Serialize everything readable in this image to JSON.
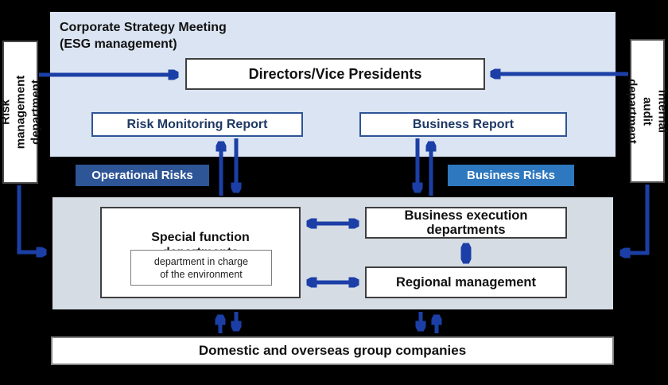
{
  "page": {
    "background": "#000000"
  },
  "colors": {
    "arrow_blue": "#1b3fa6",
    "top_panel_fill": "#dbe4f2",
    "lower_panel_fill": "#d6dce4",
    "report_navy": "#1f3864",
    "report_border": "#2e5596",
    "operational_badge_fill": "#2e5596",
    "business_badge_fill": "#2e78bf",
    "box_border_gray": "#3f3f3f"
  },
  "top_panel": {
    "title": "Corporate Strategy Meeting\n(ESG management)",
    "directors_label": "Directors/Vice Presidents",
    "risk_monitoring_report_label": "Risk Monitoring Report",
    "business_report_label": "Business Report"
  },
  "badges": {
    "operational": "Operational Risks",
    "business": "Business Risks"
  },
  "side_departments": {
    "left_label": "Risk management\ndepartment",
    "right_label": "Internal audit\ndepartment"
  },
  "lower_panel": {
    "special_function_label": "Special function\ndepartments",
    "environment_label": "department in charge\nof the environment",
    "business_execution_label": "Business execution\ndepartments",
    "regional_management_label": "Regional management"
  },
  "bottom_bar": {
    "label": "Domestic and overseas group companies"
  }
}
